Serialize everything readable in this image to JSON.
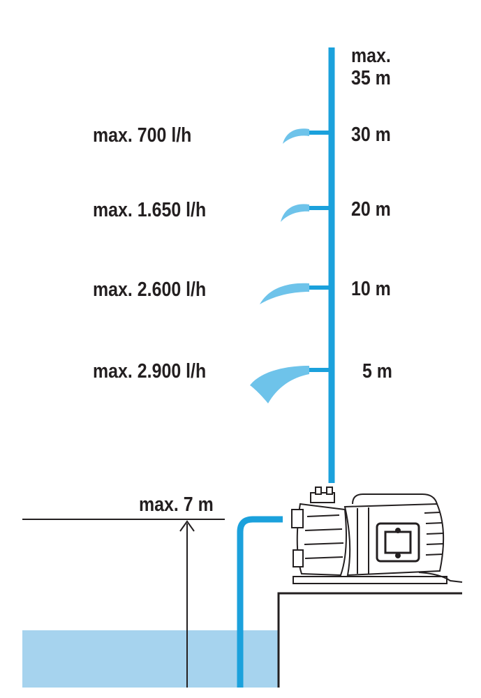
{
  "colors": {
    "pipe": "#1ba1dc",
    "water": "#a6d3ee",
    "spray": "#6ec3ea",
    "ink": "#231f20"
  },
  "head": {
    "max_label_line1": "max.",
    "max_label_line2": "35 m",
    "levels": [
      {
        "height": "30 m",
        "flow": "max. 700 l/h"
      },
      {
        "height": "20 m",
        "flow": "max. 1.650 l/h"
      },
      {
        "height": "10 m",
        "flow": "max. 2.600 l/h"
      },
      {
        "height": "5 m",
        "flow": "max. 2.900 l/h"
      }
    ]
  },
  "suction": {
    "max_depth_label": "max. 7 m"
  },
  "icons": [
    "garden-pump-icon",
    "measurement-arrow-icon",
    "water-spray-icon"
  ]
}
